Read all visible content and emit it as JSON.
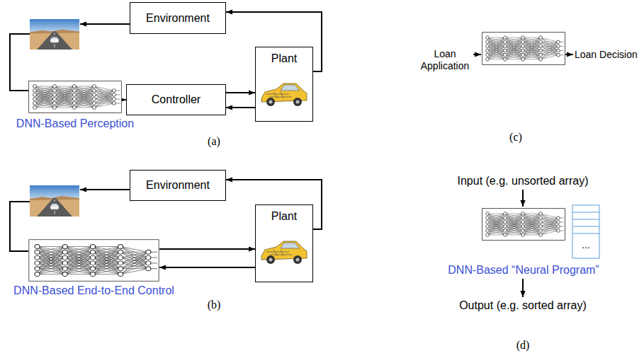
{
  "diagram": {
    "nodes": [
      {
        "text": [
          "Environment"
        ]
      },
      {
        "text": [
          "DNN-Based Perception"
        ]
      },
      {
        "text": [
          "Controller"
        ]
      },
      {
        "text": [
          "Plant"
        ]
      },
      {
        "text": [
          "Environment"
        ]
      },
      {
        "text": [
          "DNN-Based End-to-End Control"
        ]
      },
      {
        "text": [
          "Plant"
        ]
      },
      {
        "text": [
          "DNN-Based “Neural Program”"
        ]
      }
    ],
    "edges": [
      {
        "from": 1,
        "to": 2,
        "arrow": "to"
      },
      {
        "from": 2,
        "to": 3,
        "arrow": "to"
      },
      {
        "from": 3,
        "to": 2,
        "arrow": "to"
      },
      {
        "from": 3,
        "to": 0,
        "arrow": "to"
      },
      {
        "from": 5,
        "to": 6,
        "arrow": "to"
      },
      {
        "from": 6,
        "to": 5,
        "arrow": "to"
      },
      {
        "from": 6,
        "to": 4,
        "arrow": "to"
      }
    ],
    "labels": [
      "(a)",
      "(b)",
      "Loan Application",
      "Loan Decision",
      "(c)",
      "Input (e.g. unsorted array)",
      "...",
      "Output (e.g. sorted array)",
      "(d)"
    ]
  }
}
